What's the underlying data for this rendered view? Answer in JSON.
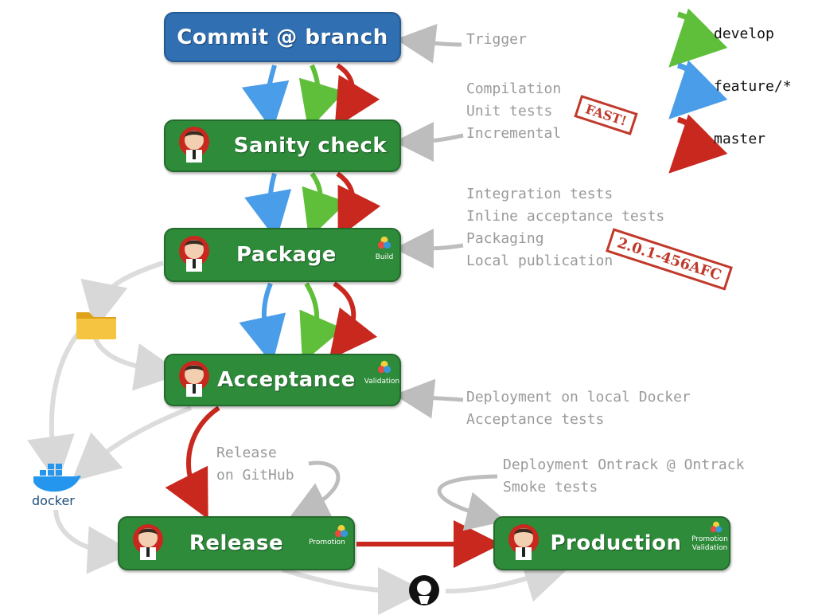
{
  "stages": {
    "commit": "Commit @ branch",
    "sanity": "Sanity check",
    "package": "Package",
    "acceptance": "Acceptance",
    "release": "Release",
    "production": "Production"
  },
  "badges": {
    "package": "Build",
    "acceptance": "Validation",
    "release": "Promotion",
    "production_1": "Promotion",
    "production_2": "Validation"
  },
  "notes": {
    "trigger": "Trigger",
    "sanity": [
      "Compilation",
      "Unit tests",
      "Incremental"
    ],
    "package": [
      "Integration tests",
      "Inline acceptance tests",
      "Packaging",
      "Local publication"
    ],
    "acceptance": [
      "Deployment on local Docker",
      "Acceptance tests"
    ],
    "release": [
      "Release",
      "on GitHub"
    ],
    "production": [
      "Deployment Ontrack @ Ontrack",
      "Smoke tests"
    ]
  },
  "stamps": {
    "fast": "FAST!",
    "version": "2.0.1-456AFC"
  },
  "legend": {
    "develop": "develop",
    "feature": "feature/*",
    "master": "master"
  },
  "docker_label": "docker",
  "colors": {
    "stage_green": "#2e8b3a",
    "commit_blue": "#2f6fb2",
    "develop_arrow": "#5fbf3a",
    "feature_arrow": "#4a9de8",
    "master_arrow": "#c8281e",
    "flow_gray": "#d0d0d0"
  },
  "icons": [
    "jenkins-icon",
    "folder-icon",
    "docker-icon",
    "github-icon",
    "colored-dots-icon"
  ]
}
